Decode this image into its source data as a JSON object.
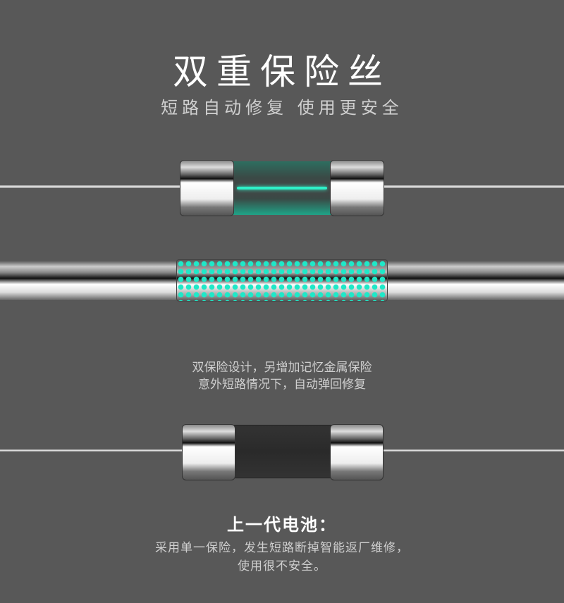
{
  "title": "双重保险丝",
  "subtitle": "短路自动修复 使用更安全",
  "dual_desc": [
    "双保险设计，另增加记忆金属保险",
    "意外短路情况下，自动弹回修复"
  ],
  "old_heading": "上一代电池：",
  "old_desc": [
    "采用单一保险，发生短路断掉智能返厂维修，",
    "使用很不安全。"
  ],
  "accent": "#2ef0c8",
  "background": "#585858"
}
